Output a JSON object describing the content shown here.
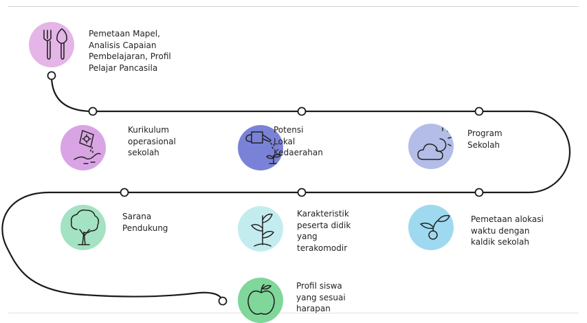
{
  "steps": [
    {
      "text": "Pemetaan Mapel,\nAnalisis Capaian\nPembelajaran, Profil\nPelajar Pancasila",
      "icon": "fork-and-trowel-icon",
      "color": "#e4b5e6"
    },
    {
      "text": "Kurikulum\noperasional\nsekolah",
      "icon": "seed-packet-icon",
      "color": "#d9a4e4"
    },
    {
      "text": "Potensi\nLokal\nKedaerahan",
      "icon": "watering-can-icon",
      "color": "#7a82d8"
    },
    {
      "text": "Program\nSekolah",
      "icon": "sun-cloud-icon",
      "color": "#b3bde8"
    },
    {
      "text": "Sarana\nPendukung",
      "icon": "tree-icon",
      "color": "#a3e2c2"
    },
    {
      "text": "Karakteristik\npeserta didik\nyang\nterakomodir",
      "icon": "plant-sprout-icon",
      "color": "#c3ecef"
    },
    {
      "text": "Pemetaan alokasi\nwaktu dengan\nkaldik sekolah",
      "icon": "seedling-icon",
      "color": "#9ed9f0"
    },
    {
      "text": "Profil siswa\nyang sesuai\nharapan",
      "icon": "apple-icon",
      "color": "#7fd79a"
    }
  ]
}
